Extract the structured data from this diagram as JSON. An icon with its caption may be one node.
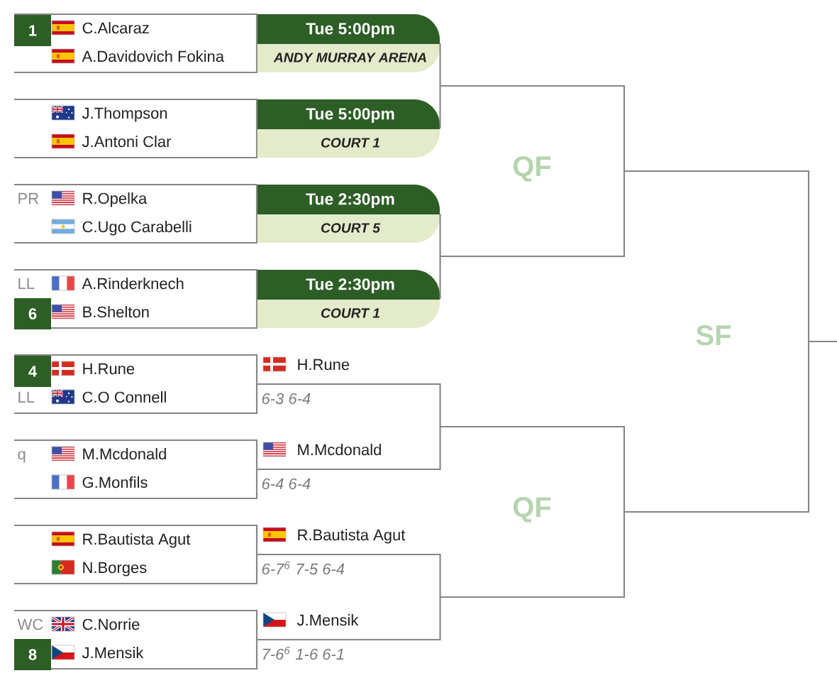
{
  "diagram": {
    "nodes": [
      {
        "text": [
          "C.Alcaraz",
          "A.Davidovich Fokina"
        ]
      },
      {
        "text": [
          "1"
        ],
        "in": 0
      },
      {
        "text": [
          "Tue 5:00pm",
          "ANDY MURRAY ARENA"
        ]
      },
      {
        "text": [
          "J.Thompson",
          "J.Antoni Clar"
        ]
      },
      {
        "text": [
          "Tue 5:00pm",
          "COURT 1"
        ]
      },
      {
        "text": [
          "PR",
          "R.Opelka",
          "C.Ugo Carabelli"
        ]
      },
      {
        "text": [
          "Tue 2:30pm",
          "COURT 5"
        ]
      },
      {
        "text": [
          "LL",
          "A.Rinderknech",
          "B.Shelton"
        ]
      },
      {
        "text": [
          "6"
        ],
        "in": 7
      },
      {
        "text": [
          "Tue 2:30pm",
          "COURT 1"
        ]
      },
      {
        "text": [
          "H.Rune",
          "LL",
          "C.O Connell"
        ]
      },
      {
        "text": [
          "4"
        ],
        "in": 10
      },
      {
        "text": [
          "q",
          "M.Mcdonald",
          "G.Monfils"
        ]
      },
      {
        "text": [
          "R.Bautista Agut",
          "N.Borges"
        ]
      },
      {
        "text": [
          "WC",
          "C.Norrie",
          "J.Mensik"
        ]
      },
      {
        "text": [
          "8"
        ],
        "in": 14
      }
    ],
    "edges": [
      {
        "from": 2,
        "to": 4,
        "arrow": "none"
      },
      {
        "from": 6,
        "to": 9,
        "arrow": "none"
      },
      {
        "from": 10,
        "to": 12,
        "arrow": "none"
      },
      {
        "from": 13,
        "to": 14,
        "arrow": "none"
      }
    ],
    "labels": [
      "H.Rune",
      "6-3 6-4",
      "M.Mcdonald",
      "6-4 6-4",
      "R.Bautista Agut",
      "6-7$^{6}$ 7-5 6-4",
      "J.Mensik",
      "7-6$^{6}$ 1-6 6-1",
      "QF",
      "QF",
      "SF"
    ]
  }
}
